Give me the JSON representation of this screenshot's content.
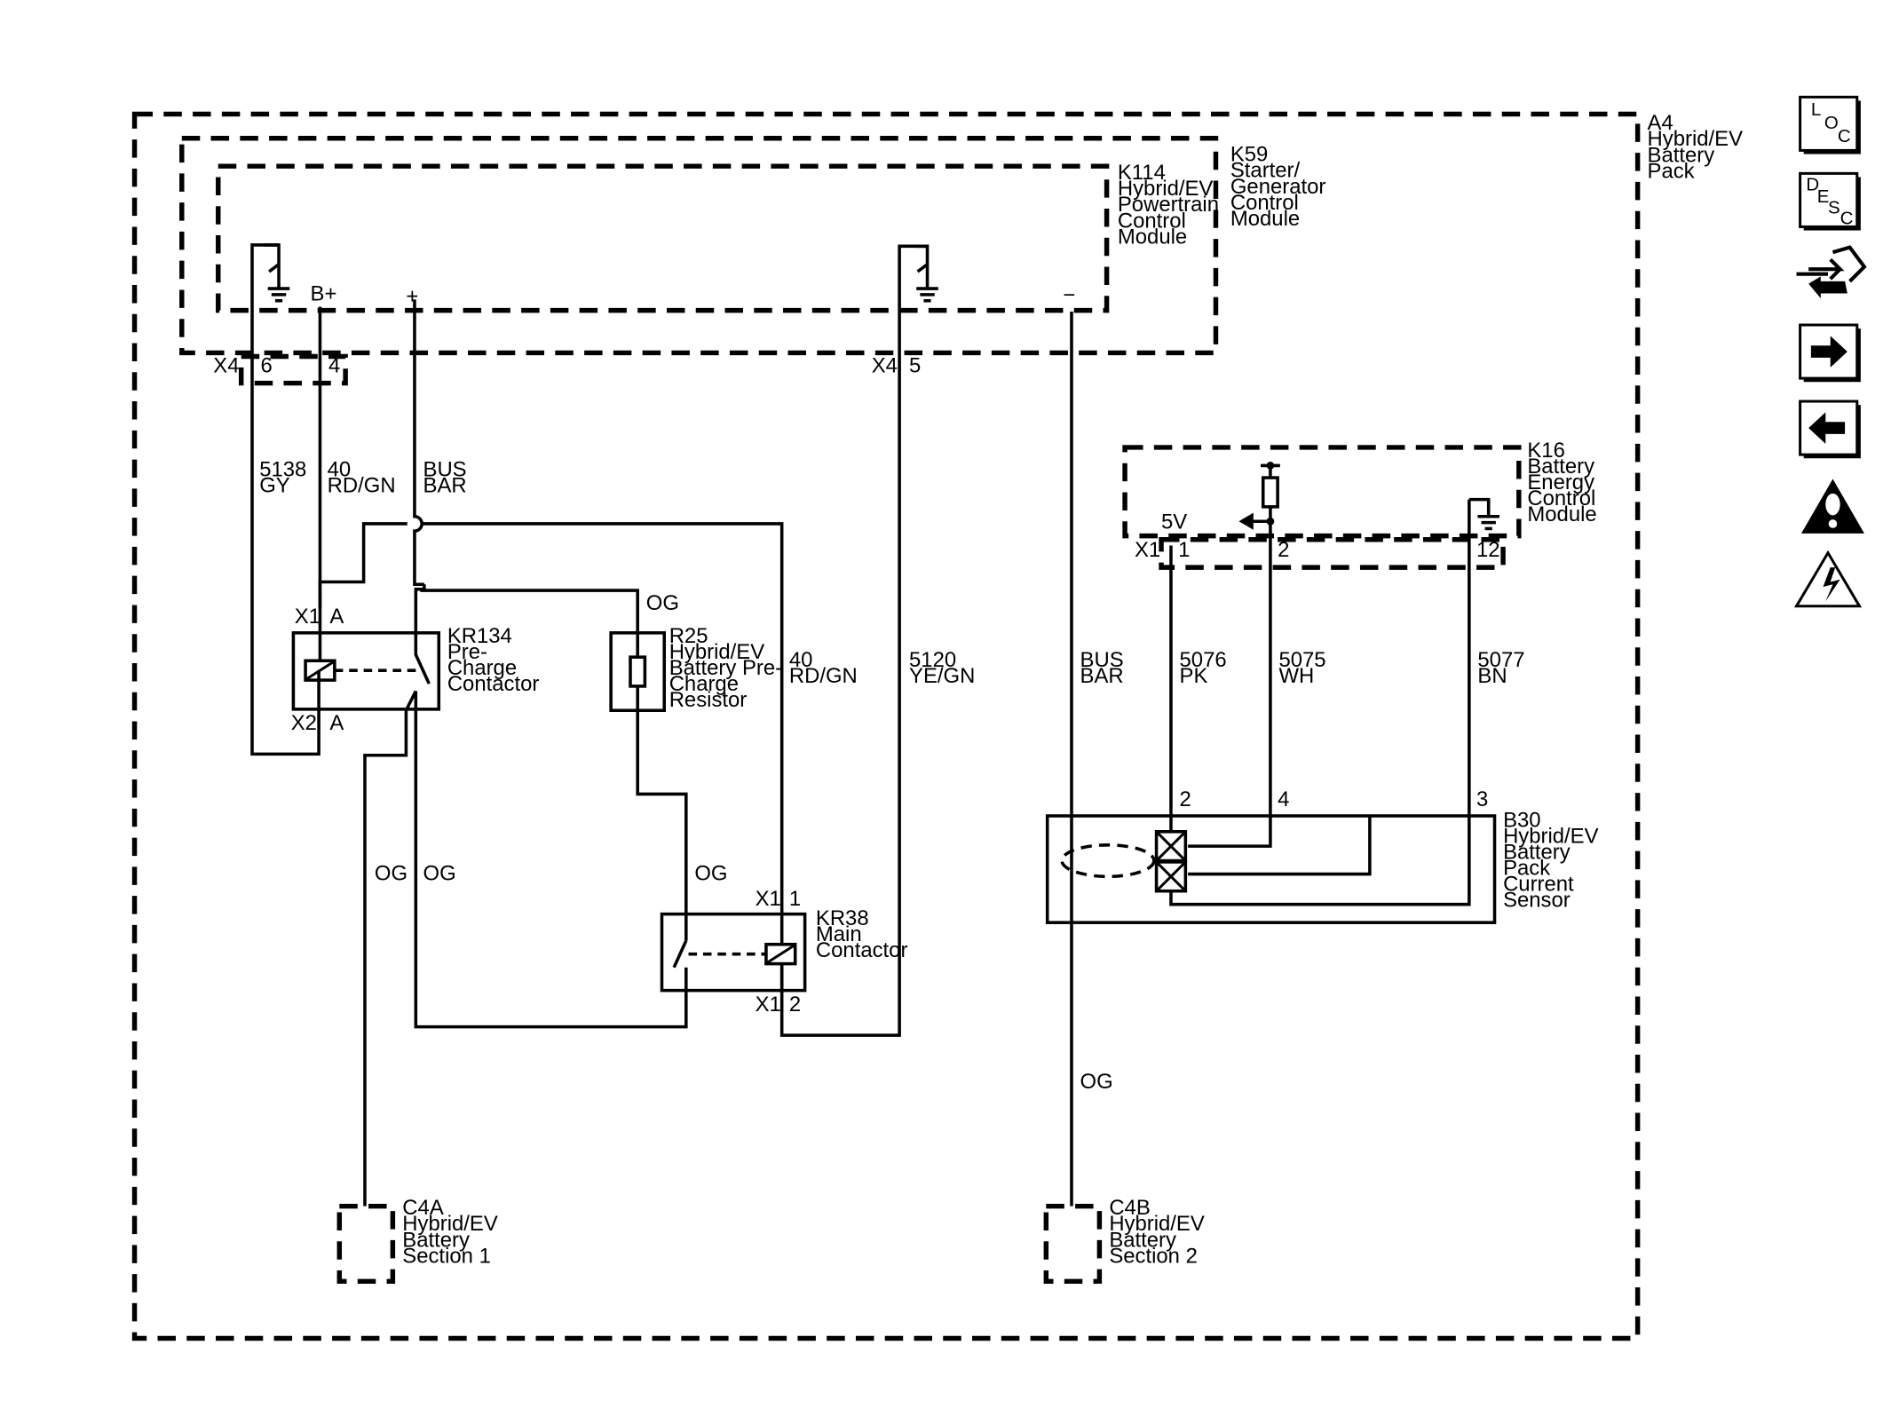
{
  "modules": {
    "a4": {
      "lines": [
        "A4",
        "Hybrid/EV",
        "Battery",
        "Pack"
      ]
    },
    "k59": {
      "lines": [
        "K59",
        "Starter/",
        "Generator",
        "Control",
        "Module"
      ]
    },
    "k114": {
      "lines": [
        "K114",
        "Hybrid/EV",
        "Powertrain",
        "Control",
        "Module"
      ]
    },
    "k16": {
      "lines": [
        "K16",
        "Battery",
        "Energy",
        "Control",
        "Module"
      ]
    },
    "kr134": {
      "lines": [
        "KR134",
        "Pre-",
        "Charge",
        "Contactor"
      ]
    },
    "r25": {
      "lines": [
        "R25",
        "Hybrid/EV",
        "Battery Pre-",
        "Charge",
        "Resistor"
      ]
    },
    "kr38": {
      "lines": [
        "KR38",
        "Main",
        "Contactor"
      ]
    },
    "b30": {
      "lines": [
        "B30",
        "Hybrid/EV",
        "Battery",
        "Pack",
        "Current",
        "Sensor"
      ]
    },
    "c4a": {
      "lines": [
        "C4A",
        "Hybrid/EV",
        "Battery",
        "Section 1"
      ]
    },
    "c4b": {
      "lines": [
        "C4B",
        "Hybrid/EV",
        "Battery",
        "Section 2"
      ]
    }
  },
  "terminals": {
    "b_plus": "B+",
    "plus": "+",
    "minus": "−",
    "five_v": "5V"
  },
  "connectors": {
    "x4_left": {
      "name": "X4",
      "pins": [
        "6",
        "4"
      ]
    },
    "x4_right": {
      "name": "X4",
      "pin": "5"
    },
    "k16_x1": {
      "name": "X1",
      "pins": [
        "1",
        "2",
        "12"
      ]
    },
    "kr134_top": {
      "name": "X1",
      "pin": "A"
    },
    "kr134_bottom": {
      "name": "X2",
      "pin": "A"
    },
    "kr38_top": {
      "name": "X1",
      "pin": "1"
    },
    "kr38_bottom": {
      "name": "X1",
      "pin": "2"
    },
    "b30_pins": [
      "2",
      "4",
      "3"
    ]
  },
  "wires": {
    "w5138": [
      "5138",
      "GY"
    ],
    "w40_left": [
      "40",
      "RD/GN"
    ],
    "busbar_left": [
      "BUS",
      "BAR"
    ],
    "og_r25_top": "OG",
    "w40_mid": [
      "40",
      "RD/GN"
    ],
    "w5120": [
      "5120",
      "YE/GN"
    ],
    "busbar_right": [
      "BUS",
      "BAR"
    ],
    "w5076": [
      "5076",
      "PK"
    ],
    "w5075": [
      "5075",
      "WH"
    ],
    "w5077": [
      "5077",
      "BN"
    ],
    "og_left1": "OG",
    "og_left2": "OG",
    "og_kr38": "OG",
    "og_right": "OG"
  },
  "nav_icons": [
    {
      "name": "loc-icon",
      "letters": [
        "L",
        "O",
        "C"
      ]
    },
    {
      "name": "desc-icon",
      "letters": [
        "D",
        "E",
        "S",
        "C"
      ]
    },
    {
      "name": "connector-repair-icon"
    },
    {
      "name": "next-arrow-icon"
    },
    {
      "name": "previous-arrow-icon"
    },
    {
      "name": "caution-icon"
    },
    {
      "name": "high-voltage-icon"
    }
  ]
}
